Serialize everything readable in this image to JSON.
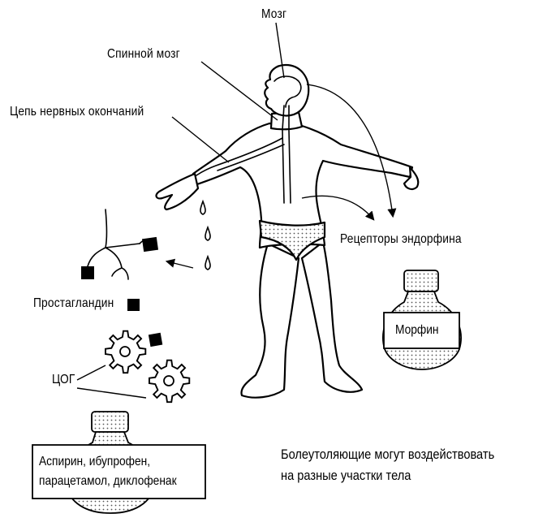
{
  "labels": {
    "brain": "Мозг",
    "spinal_cord": "Спинной мозг",
    "nerve_chain": "Цепь нервных окончаний",
    "endorphin_receptors": "Рецепторы эндорфина",
    "prostaglandin": "Простагландин",
    "cox": "ЦОГ"
  },
  "bottles": {
    "morphine": "Морфин",
    "nsaid_line1": "Аспирин, ибупрофен,",
    "nsaid_line2": "парацетамол, диклофенак"
  },
  "caption": {
    "line1": "Болеутоляющие могут воздействовать",
    "line2": "на разные участки тела"
  }
}
